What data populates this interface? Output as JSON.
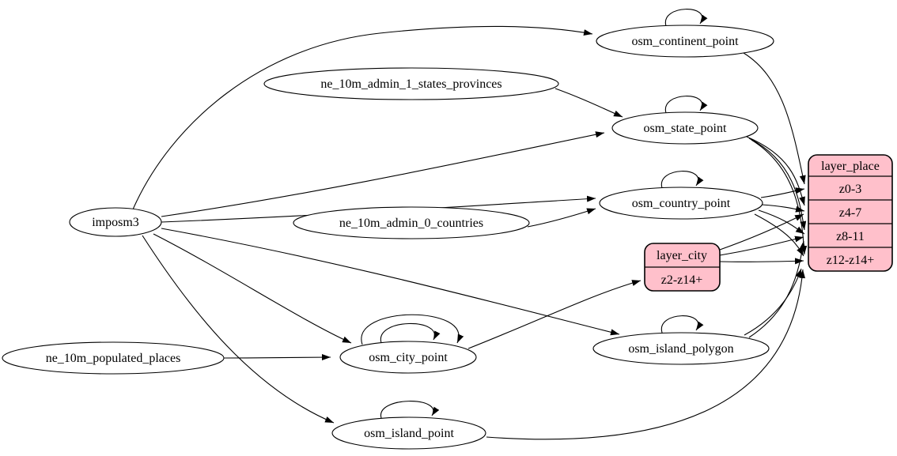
{
  "diagram": {
    "kind": "etl-graph",
    "colors": {
      "background": "#ffffff",
      "ellipse_fill": "#ffffff",
      "record_fill": "#ffc0cb",
      "stroke": "#000000"
    },
    "nodes": {
      "imposm3": "imposm3",
      "ne_admin1": "ne_10m_admin_1_states_provinces",
      "ne_admin0": "ne_10m_admin_0_countries",
      "ne_populated": "ne_10m_populated_places",
      "continent": "osm_continent_point",
      "state": "osm_state_point",
      "country": "osm_country_point",
      "city": "osm_city_point",
      "island_polygon": "osm_island_polygon",
      "island_point": "osm_island_point"
    },
    "records": {
      "layer_place": {
        "title": "layer_place",
        "rows": [
          "z0-3",
          "z4-7",
          "z8-11",
          "z12-z14+"
        ]
      },
      "layer_city": {
        "title": "layer_city",
        "rows": [
          "z2-z14+"
        ]
      }
    },
    "edges": [
      {
        "from": "imposm3",
        "to": "osm_continent_point"
      },
      {
        "from": "imposm3",
        "to": "osm_state_point"
      },
      {
        "from": "imposm3",
        "to": "osm_country_point"
      },
      {
        "from": "imposm3",
        "to": "osm_city_point"
      },
      {
        "from": "imposm3",
        "to": "osm_island_polygon"
      },
      {
        "from": "imposm3",
        "to": "osm_island_point"
      },
      {
        "from": "ne_10m_admin_1_states_provinces",
        "to": "osm_state_point"
      },
      {
        "from": "ne_10m_admin_0_countries",
        "to": "osm_country_point"
      },
      {
        "from": "ne_10m_populated_places",
        "to": "osm_city_point"
      },
      {
        "from": "osm_continent_point",
        "to": "osm_continent_point",
        "note": "self-loop"
      },
      {
        "from": "osm_state_point",
        "to": "osm_state_point",
        "note": "self-loop"
      },
      {
        "from": "osm_country_point",
        "to": "osm_country_point",
        "note": "self-loop"
      },
      {
        "from": "osm_city_point",
        "to": "osm_city_point",
        "note": "self-loop outer"
      },
      {
        "from": "osm_city_point",
        "to": "osm_city_point",
        "note": "self-loop inner"
      },
      {
        "from": "osm_island_polygon",
        "to": "osm_island_polygon",
        "note": "self-loop"
      },
      {
        "from": "osm_island_point",
        "to": "osm_island_point",
        "note": "self-loop"
      },
      {
        "from": "osm_city_point",
        "to": "layer_city:z2-z14+"
      },
      {
        "from": "osm_continent_point",
        "to": "layer_place:z0-3"
      },
      {
        "from": "osm_state_point",
        "to": "layer_place:z4-7"
      },
      {
        "from": "osm_state_point",
        "to": "layer_place:z8-11"
      },
      {
        "from": "osm_state_point",
        "to": "layer_place:z12-z14+"
      },
      {
        "from": "osm_country_point",
        "to": "layer_place:z0-3"
      },
      {
        "from": "osm_country_point",
        "to": "layer_place:z4-7"
      },
      {
        "from": "osm_country_point",
        "to": "layer_place:z8-11"
      },
      {
        "from": "osm_country_point",
        "to": "layer_place:z12-z14+"
      },
      {
        "from": "layer_city",
        "to": "layer_place:z4-7"
      },
      {
        "from": "layer_city",
        "to": "layer_place:z8-11"
      },
      {
        "from": "layer_city",
        "to": "layer_place:z12-z14+"
      },
      {
        "from": "osm_island_polygon",
        "to": "layer_place:z8-11"
      },
      {
        "from": "osm_island_polygon",
        "to": "layer_place:z12-z14+"
      },
      {
        "from": "osm_island_point",
        "to": "layer_place:z12-z14+"
      }
    ]
  }
}
